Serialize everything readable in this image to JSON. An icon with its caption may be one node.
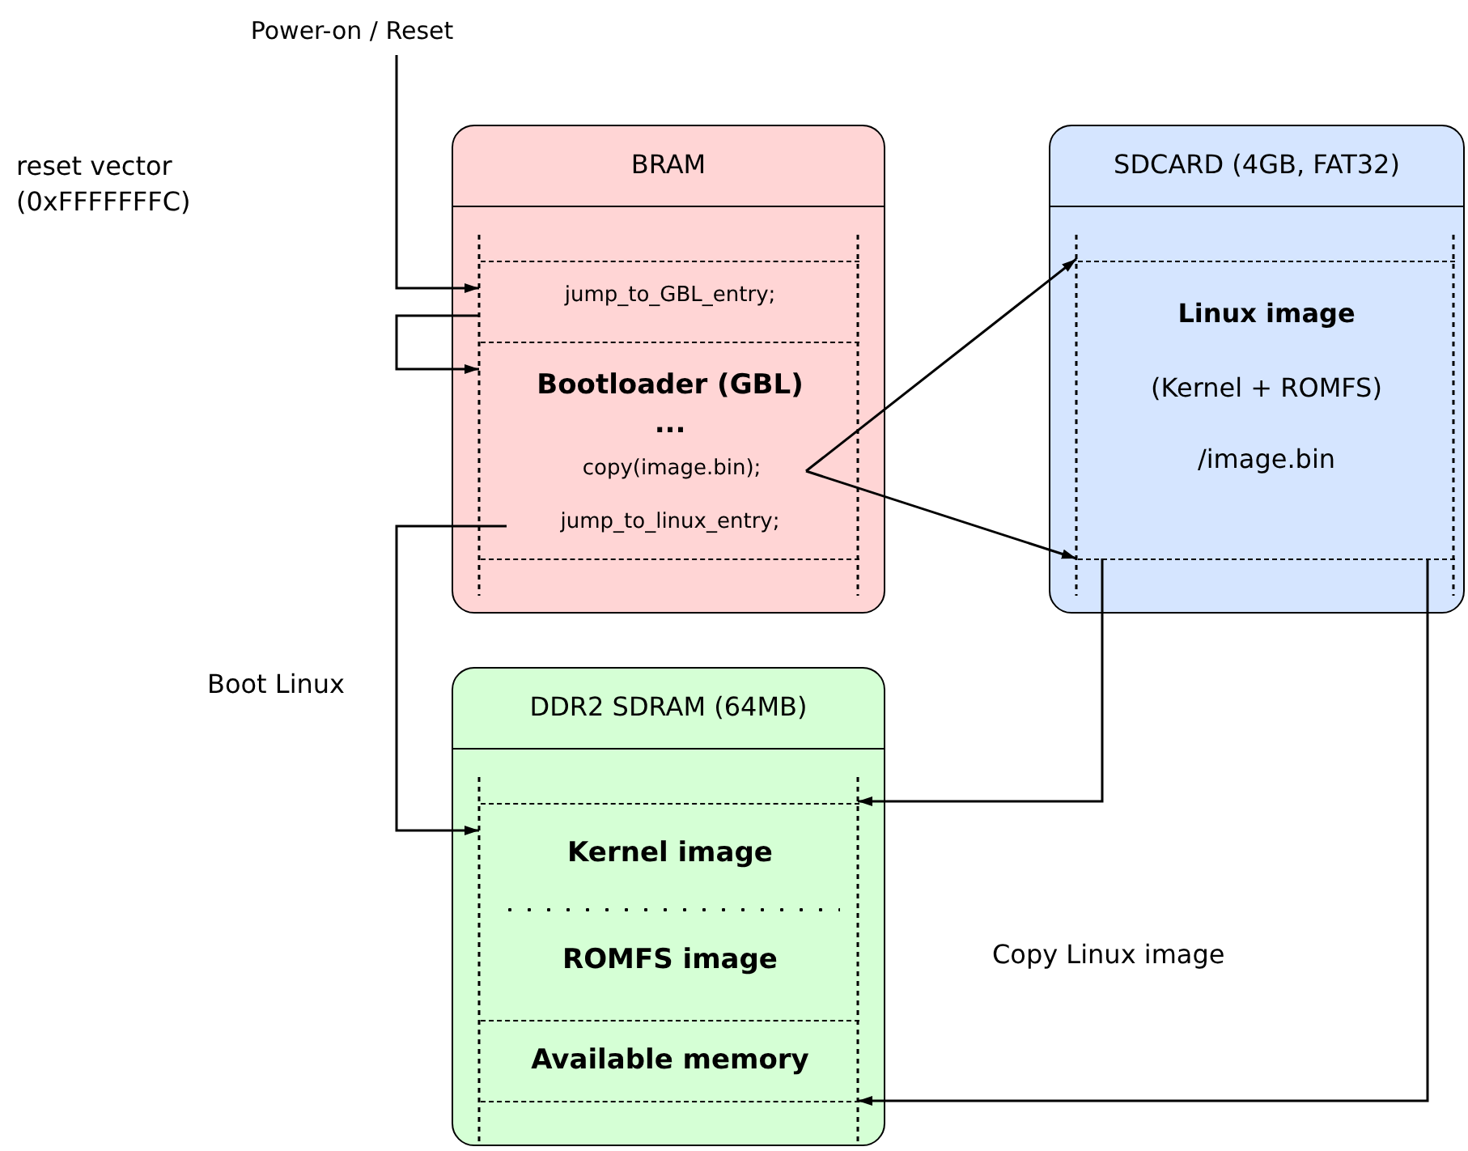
{
  "diagram": {
    "nodes": [
      {
        "text": [
          "BRAM"
        ]
      },
      {
        "text": [
          "jump_to_GBL_entry;"
        ],
        "in": 0
      },
      {
        "text": [
          "Bootloader (GBL)",
          "..."
        ],
        "in": 0
      },
      {
        "text": [
          "copy(image.bin);"
        ],
        "in": 2
      },
      {
        "text": [
          "jump_to_linux_entry;"
        ],
        "in": 2
      },
      {
        "text": [
          "SDCARD (4GB, FAT32)"
        ]
      },
      {
        "text": [
          "Linux image",
          "(Kernel + ROMFS)",
          "/image.bin"
        ],
        "in": 5
      },
      {
        "text": [
          "DDR2 SDRAM (64MB)"
        ]
      },
      {
        "text": [
          "Kernel image"
        ],
        "in": 7
      },
      {
        "text": [
          "ROMFS image"
        ],
        "in": 7
      },
      {
        "text": [
          "Available memory"
        ],
        "in": 7
      },
      {
        "text": [
          "Power-on / Reset"
        ]
      }
    ],
    "edges": [
      {
        "from": 11,
        "to": 1,
        "arrow": "to"
      },
      {
        "from": 1,
        "to": 2,
        "arrow": "to"
      },
      {
        "from": 3,
        "to": 6,
        "arrow": "to"
      },
      {
        "from": 3,
        "to": 6,
        "arrow": "to"
      },
      {
        "from": 4,
        "to": 8,
        "arrow": "to"
      },
      {
        "from": 6,
        "to": 8,
        "arrow": "to"
      },
      {
        "from": 6,
        "to": 10,
        "arrow": "to"
      }
    ],
    "labels": [
      "reset vector (0xFFFFFFFC)",
      "Boot Linux",
      "Copy Linux image"
    ]
  }
}
